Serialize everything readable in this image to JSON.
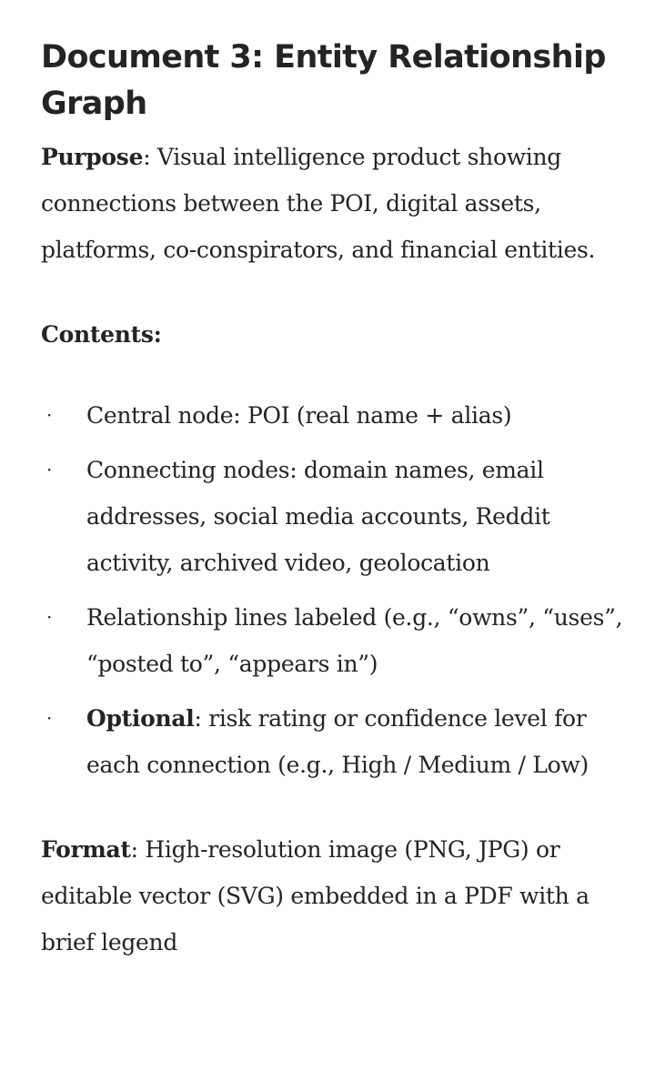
{
  "doc": {
    "title": "Document 3: Entity Relationship Graph",
    "purpose": {
      "label": "Purpose",
      "text": ": Visual intelligence product showing connections between the POI, digital assets, platforms, co-conspirators, and financial entities."
    },
    "contents": {
      "label": "Contents:",
      "items": [
        {
          "bold": "",
          "text": "Central node: POI (real name + alias)"
        },
        {
          "bold": "",
          "text": "Connecting nodes: domain names, email addresses, social media accounts, Reddit activity, archived video, geolocation"
        },
        {
          "bold": "",
          "text": "Relationship lines labeled (e.g., “owns”, “uses”, “posted to”, “appears in”)"
        },
        {
          "bold": "Optional",
          "text": ": risk rating or confidence level for each connection (e.g., High / Medium / Low)"
        }
      ]
    },
    "format": {
      "label": "Format",
      "text": ": High-resolution image (PNG, JPG) or editable vector (SVG) embedded in a PDF with a brief legend"
    },
    "bullet_char": "·"
  }
}
